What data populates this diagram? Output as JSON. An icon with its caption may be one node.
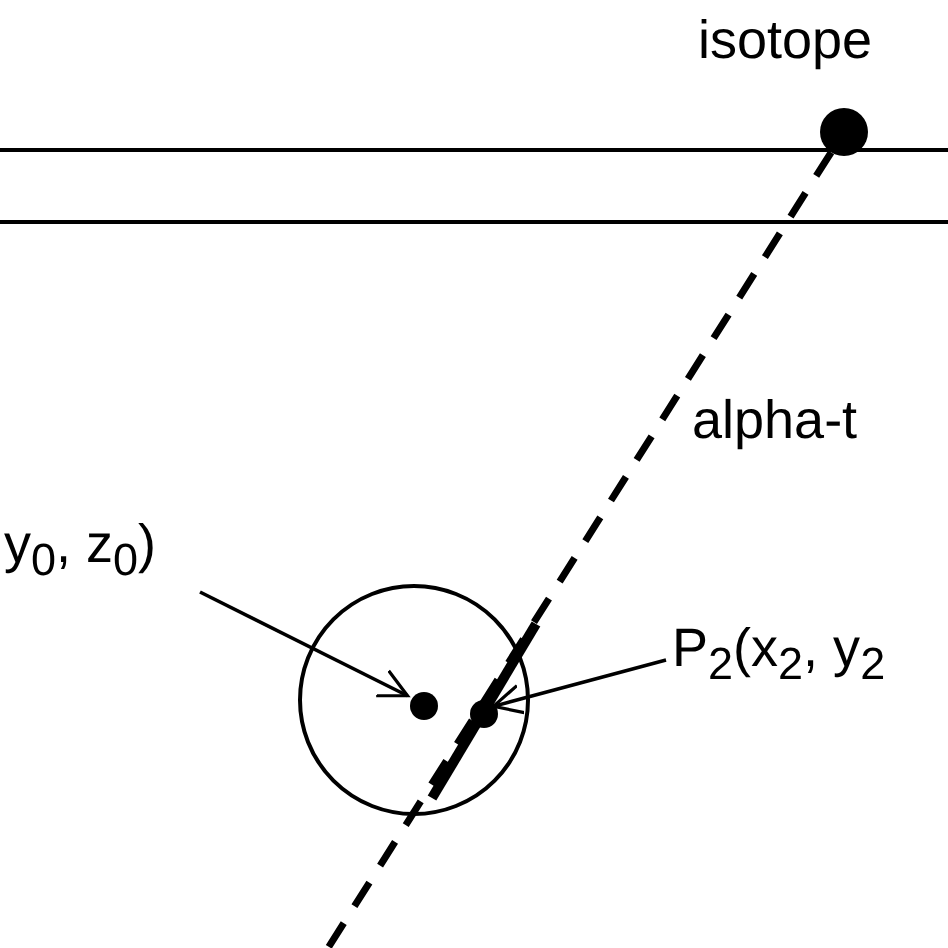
{
  "diagram": {
    "nodes": [
      {
        "text": [
          "isotope"
        ]
      },
      {
        "text": [
          "y$_{0}$, z$_{0}$)"
        ]
      },
      {
        "text": [],
        "shape": "circle"
      },
      {
        "text": [],
        "shape": "circle",
        "in": 2
      },
      {
        "text": [],
        "shape": "circle",
        "in": 2
      },
      {
        "text": [
          "P$_{2}$(x$_{2}$, y$_{2}$"
        ]
      }
    ],
    "edges": [
      {
        "from": 0,
        "to": null,
        "arrow": "none",
        "style": "dashed",
        "label": "alpha-t"
      },
      {
        "from": 1,
        "to": 3,
        "arrow": "to"
      },
      {
        "from": 5,
        "to": 4,
        "arrow": "to"
      }
    ]
  }
}
